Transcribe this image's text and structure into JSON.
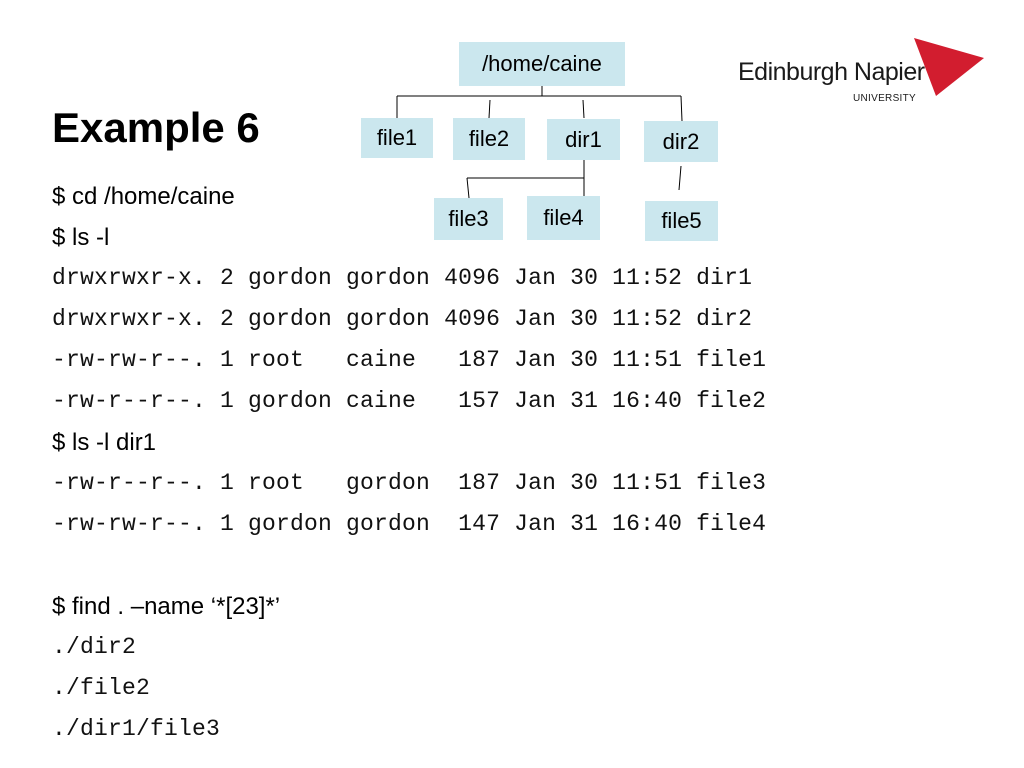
{
  "slide": {
    "title": "Example 6"
  },
  "tree": {
    "root": "/home/caine",
    "level1": [
      "file1",
      "file2",
      "dir1",
      "dir2"
    ],
    "dir1_children": [
      "file3",
      "file4"
    ],
    "dir2_children": [
      "file5"
    ]
  },
  "logo": {
    "name": "Edinburgh Napier",
    "subtitle": "UNIVERSITY",
    "accent_color": "#d21d2f"
  },
  "content": {
    "cmd1": "$ cd /home/caine",
    "cmd2": "$ ls -l",
    "ls_home": [
      "drwxrwxr-x. 2 gordon gordon 4096 Jan 30 11:52 dir1",
      "drwxrwxr-x. 2 gordon gordon 4096 Jan 30 11:52 dir2",
      "-rw-rw-r--. 1 root   caine   187 Jan 30 11:51 file1",
      "-rw-r--r--. 1 gordon caine   157 Jan 31 16:40 file2"
    ],
    "cmd3": "$ ls -l dir1",
    "ls_dir1": [
      "-rw-r--r--. 1 root   gordon  187 Jan 30 11:51 file3",
      "-rw-rw-r--. 1 gordon gordon  147 Jan 31 16:40 file4"
    ],
    "cmd4": "$ find . –name ‘*[23]*’",
    "find_output": [
      "./dir2",
      "./file2",
      "./dir1/file3"
    ]
  },
  "colors": {
    "node_fill": "#cbe7ee"
  }
}
